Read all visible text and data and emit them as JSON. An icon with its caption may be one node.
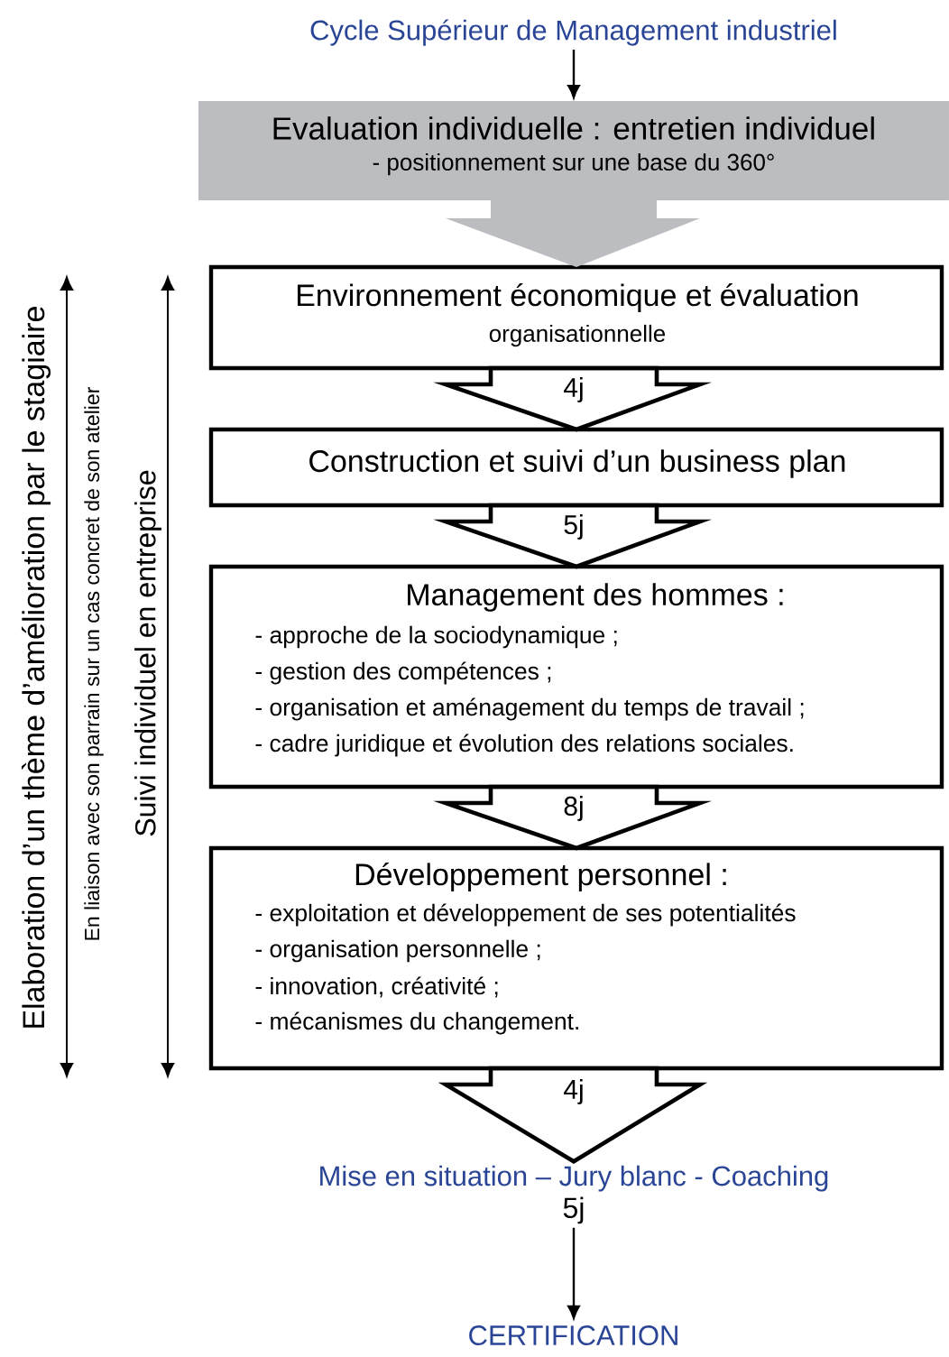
{
  "diagram": {
    "nodes": [
      {
        "text": [
          "Cycle Supérieur de Management industriel"
        ]
      },
      {
        "text": [
          "Evaluation individuelle : entretien individuel",
          "- positionnement sur une base du 360°"
        ]
      },
      {
        "text": [
          "Environnement économique et évaluation",
          "organisationnelle",
          "4j"
        ]
      },
      {
        "text": [
          "Construction et suivi d’un business plan",
          "5j"
        ]
      },
      {
        "text": [
          "Management des hommes :",
          "- approche de la sociodynamique ;",
          "- gestion des compétences ;",
          "- organisation et aménagement du temps de travail ;",
          "- cadre juridique et évolution des relations sociales.",
          "8j"
        ]
      },
      {
        "text": [
          "Développement personnel :",
          "- exploitation et développement de ses potentialités",
          "- organisation personnelle ;",
          "- innovation, créativité ;",
          "- mécanismes du changement.",
          "4j"
        ]
      },
      {
        "text": [
          "Mise en situation – Jury blanc - Coaching",
          "5j"
        ]
      },
      {
        "text": [
          "CERTIFICATION"
        ]
      }
    ],
    "edges": [
      {
        "from": 0,
        "to": 1,
        "arrow": "to"
      },
      {
        "from": 1,
        "to": 2,
        "arrow": "to",
        "color": "#bcbdc1"
      },
      {
        "from": 2,
        "to": 3,
        "arrow": "to",
        "style": "thick"
      },
      {
        "from": 3,
        "to": 4,
        "arrow": "to",
        "style": "thick"
      },
      {
        "from": 4,
        "to": 5,
        "arrow": "to",
        "style": "thick"
      },
      {
        "from": 5,
        "to": 6,
        "arrow": "to",
        "style": "thick"
      },
      {
        "from": 6,
        "to": 7,
        "arrow": "to"
      }
    ],
    "labels": [
      "Elaboration d’un thème d’amélioration par le stagiaire",
      "En liaison avec son parrain sur un cas concret de son atelier",
      "Suivi individuel en entreprise"
    ]
  }
}
